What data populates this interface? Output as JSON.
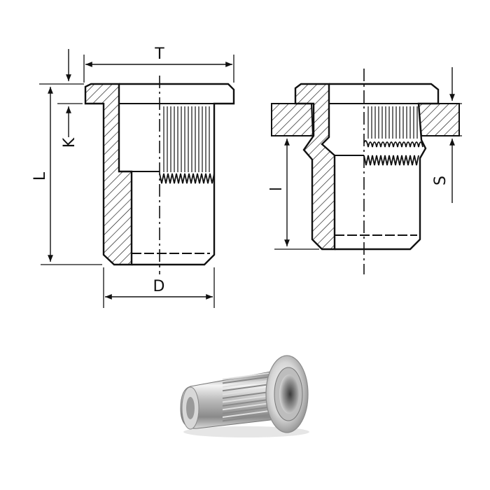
{
  "colors": {
    "ink": "#111111",
    "paper": "#ffffff",
    "metal_light": "#f2f2f2",
    "metal_mid": "#bdbdbd",
    "metal_dark": "#6e6e6e"
  },
  "figure": {
    "drawing_left": {
      "labels": {
        "T": "T",
        "K": "K",
        "L": "L",
        "D": "D"
      }
    },
    "drawing_right": {
      "labels": {
        "l": "l",
        "S": "S"
      }
    },
    "product_photo": {
      "icon": "rivet-nut-icon"
    }
  }
}
